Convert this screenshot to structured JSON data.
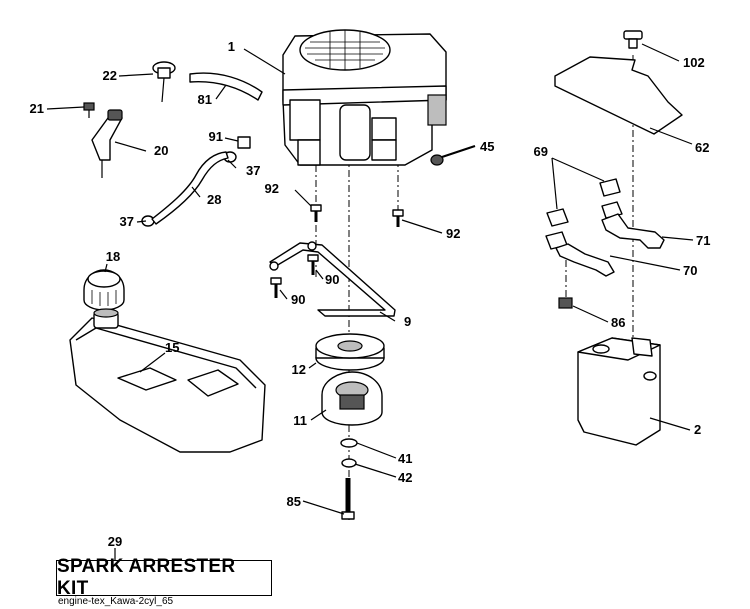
{
  "callouts": {
    "c1": "1",
    "c2": "2",
    "c9": "9",
    "c11": "11",
    "c12": "12",
    "c15": "15",
    "c18": "18",
    "c20": "20",
    "c21": "21",
    "c22": "22",
    "c28": "28",
    "c29": "29",
    "c37a": "37",
    "c37b": "37",
    "c41": "41",
    "c42": "42",
    "c45": "45",
    "c62": "62",
    "c69": "69",
    "c70": "70",
    "c71": "71",
    "c81": "81",
    "c85": "85",
    "c86": "86",
    "c90a": "90",
    "c90b": "90",
    "c91": "91",
    "c92a": "92",
    "c92b": "92",
    "c102": "102"
  },
  "kit_label": "SPARK ARRESTER KIT",
  "footer_code": "engine-tex_Kawa-2cyl_65"
}
